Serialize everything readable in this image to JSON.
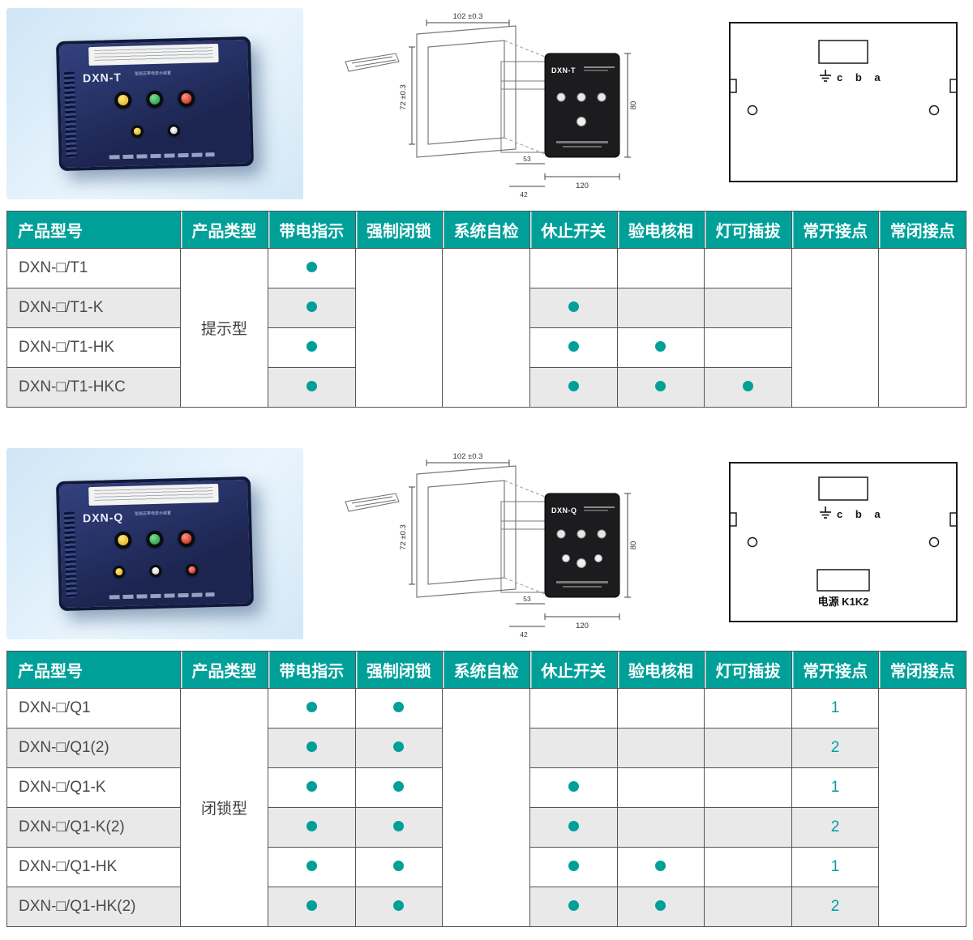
{
  "palette": {
    "accent_teal": "#00A099",
    "row_alt_gray": "#E9E9E9",
    "table_border": "#555555",
    "device_navy": "#202A5C",
    "photo_background_blue": "#D9EBF8"
  },
  "sections": [
    {
      "id": "dxn-t",
      "device": {
        "model": "DXN-T",
        "subtitle": "型高压带电显示装置",
        "buttons_top": [
          "yellow",
          "green",
          "red"
        ],
        "buttons_bottom": [
          "yellow",
          "white"
        ]
      },
      "drawing": {
        "dim_top": "102 ±0.3",
        "dim_left": "72 ±0.3",
        "dim_right": "80",
        "dim_bottom": "120",
        "dim_depth_a": "53",
        "dim_depth_b": "42",
        "face_model": "DXN-T"
      },
      "rear": {
        "terminals": "c b a"
      },
      "table": {
        "headers": [
          "产品型号",
          "产品类型",
          "带电指示",
          "强制闭锁",
          "系统自检",
          "休止开关",
          "验电核相",
          "灯可插拔",
          "常开接点",
          "常闭接点"
        ],
        "type_label": "提示型",
        "merged_feature_cols": [
          1,
          2,
          6,
          7
        ],
        "rows": [
          {
            "model": "DXN-□/T1",
            "features": [
              "●",
              "",
              "",
              "",
              "",
              "",
              "",
              ""
            ]
          },
          {
            "model": "DXN-□/T1-K",
            "features": [
              "●",
              "",
              "",
              "●",
              "",
              "",
              "",
              ""
            ]
          },
          {
            "model": "DXN-□/T1-HK",
            "features": [
              "●",
              "",
              "",
              "●",
              "●",
              "",
              "",
              ""
            ]
          },
          {
            "model": "DXN-□/T1-HKC",
            "features": [
              "●",
              "",
              "",
              "●",
              "●",
              "●",
              "",
              ""
            ]
          }
        ]
      }
    },
    {
      "id": "dxn-q",
      "device": {
        "model": "DXN-Q",
        "subtitle": "型高压带电显示装置",
        "buttons_top": [
          "yellow",
          "green",
          "red"
        ],
        "buttons_bottom": [
          "yellow",
          "white",
          "red"
        ]
      },
      "drawing": {
        "dim_top": "102 ±0.3",
        "dim_left": "72 ±0.3",
        "dim_right": "80",
        "dim_bottom": "120",
        "dim_depth_a": "53",
        "dim_depth_b": "42",
        "face_model": "DXN-Q"
      },
      "rear": {
        "terminals": "c b a",
        "power_label": "电源 K1K2"
      },
      "table": {
        "headers": [
          "产品型号",
          "产品类型",
          "带电指示",
          "强制闭锁",
          "系统自检",
          "休止开关",
          "验电核相",
          "灯可插拔",
          "常开接点",
          "常闭接点"
        ],
        "type_label": "闭锁型",
        "merged_feature_cols": [
          2,
          7
        ],
        "rows": [
          {
            "model": "DXN-□/Q1",
            "features": [
              "●",
              "●",
              "",
              "",
              "",
              "",
              "1",
              ""
            ]
          },
          {
            "model": "DXN-□/Q1(2)",
            "features": [
              "●",
              "●",
              "",
              "",
              "",
              "",
              "2",
              ""
            ]
          },
          {
            "model": "DXN-□/Q1-K",
            "features": [
              "●",
              "●",
              "",
              "●",
              "",
              "",
              "1",
              ""
            ]
          },
          {
            "model": "DXN-□/Q1-K(2)",
            "features": [
              "●",
              "●",
              "",
              "●",
              "",
              "",
              "2",
              ""
            ]
          },
          {
            "model": "DXN-□/Q1-HK",
            "features": [
              "●",
              "●",
              "",
              "●",
              "●",
              "",
              "1",
              ""
            ]
          },
          {
            "model": "DXN-□/Q1-HK(2)",
            "features": [
              "●",
              "●",
              "",
              "●",
              "●",
              "",
              "2",
              ""
            ]
          }
        ]
      }
    }
  ]
}
